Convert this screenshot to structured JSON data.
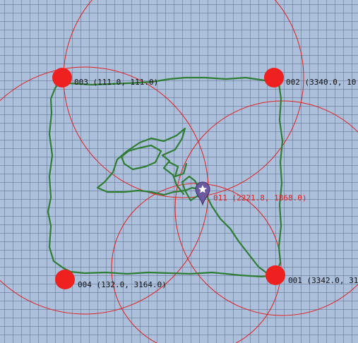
{
  "colors": {
    "background": "#acc0dc",
    "grid": "#6a7b98",
    "anchor": "#ee2020",
    "range_circle": "#e02020",
    "track": "#2e7d32",
    "tag_marker": "#6b5a9e",
    "tag_label": "#e02020",
    "anchor_label": "#111111"
  },
  "anchors": [
    {
      "id": "003",
      "label": "003 (111.0, 111.0)"
    },
    {
      "id": "002",
      "label": "002 (3340.0, 10"
    },
    {
      "id": "004",
      "label": "004 (132.0, 3164.0)"
    },
    {
      "id": "001",
      "label": "001 (3342.0, 31"
    }
  ],
  "tag": {
    "id": "011",
    "label": "011 (2221.8, 1868.0)",
    "icon": "map-pin-star-icon"
  }
}
